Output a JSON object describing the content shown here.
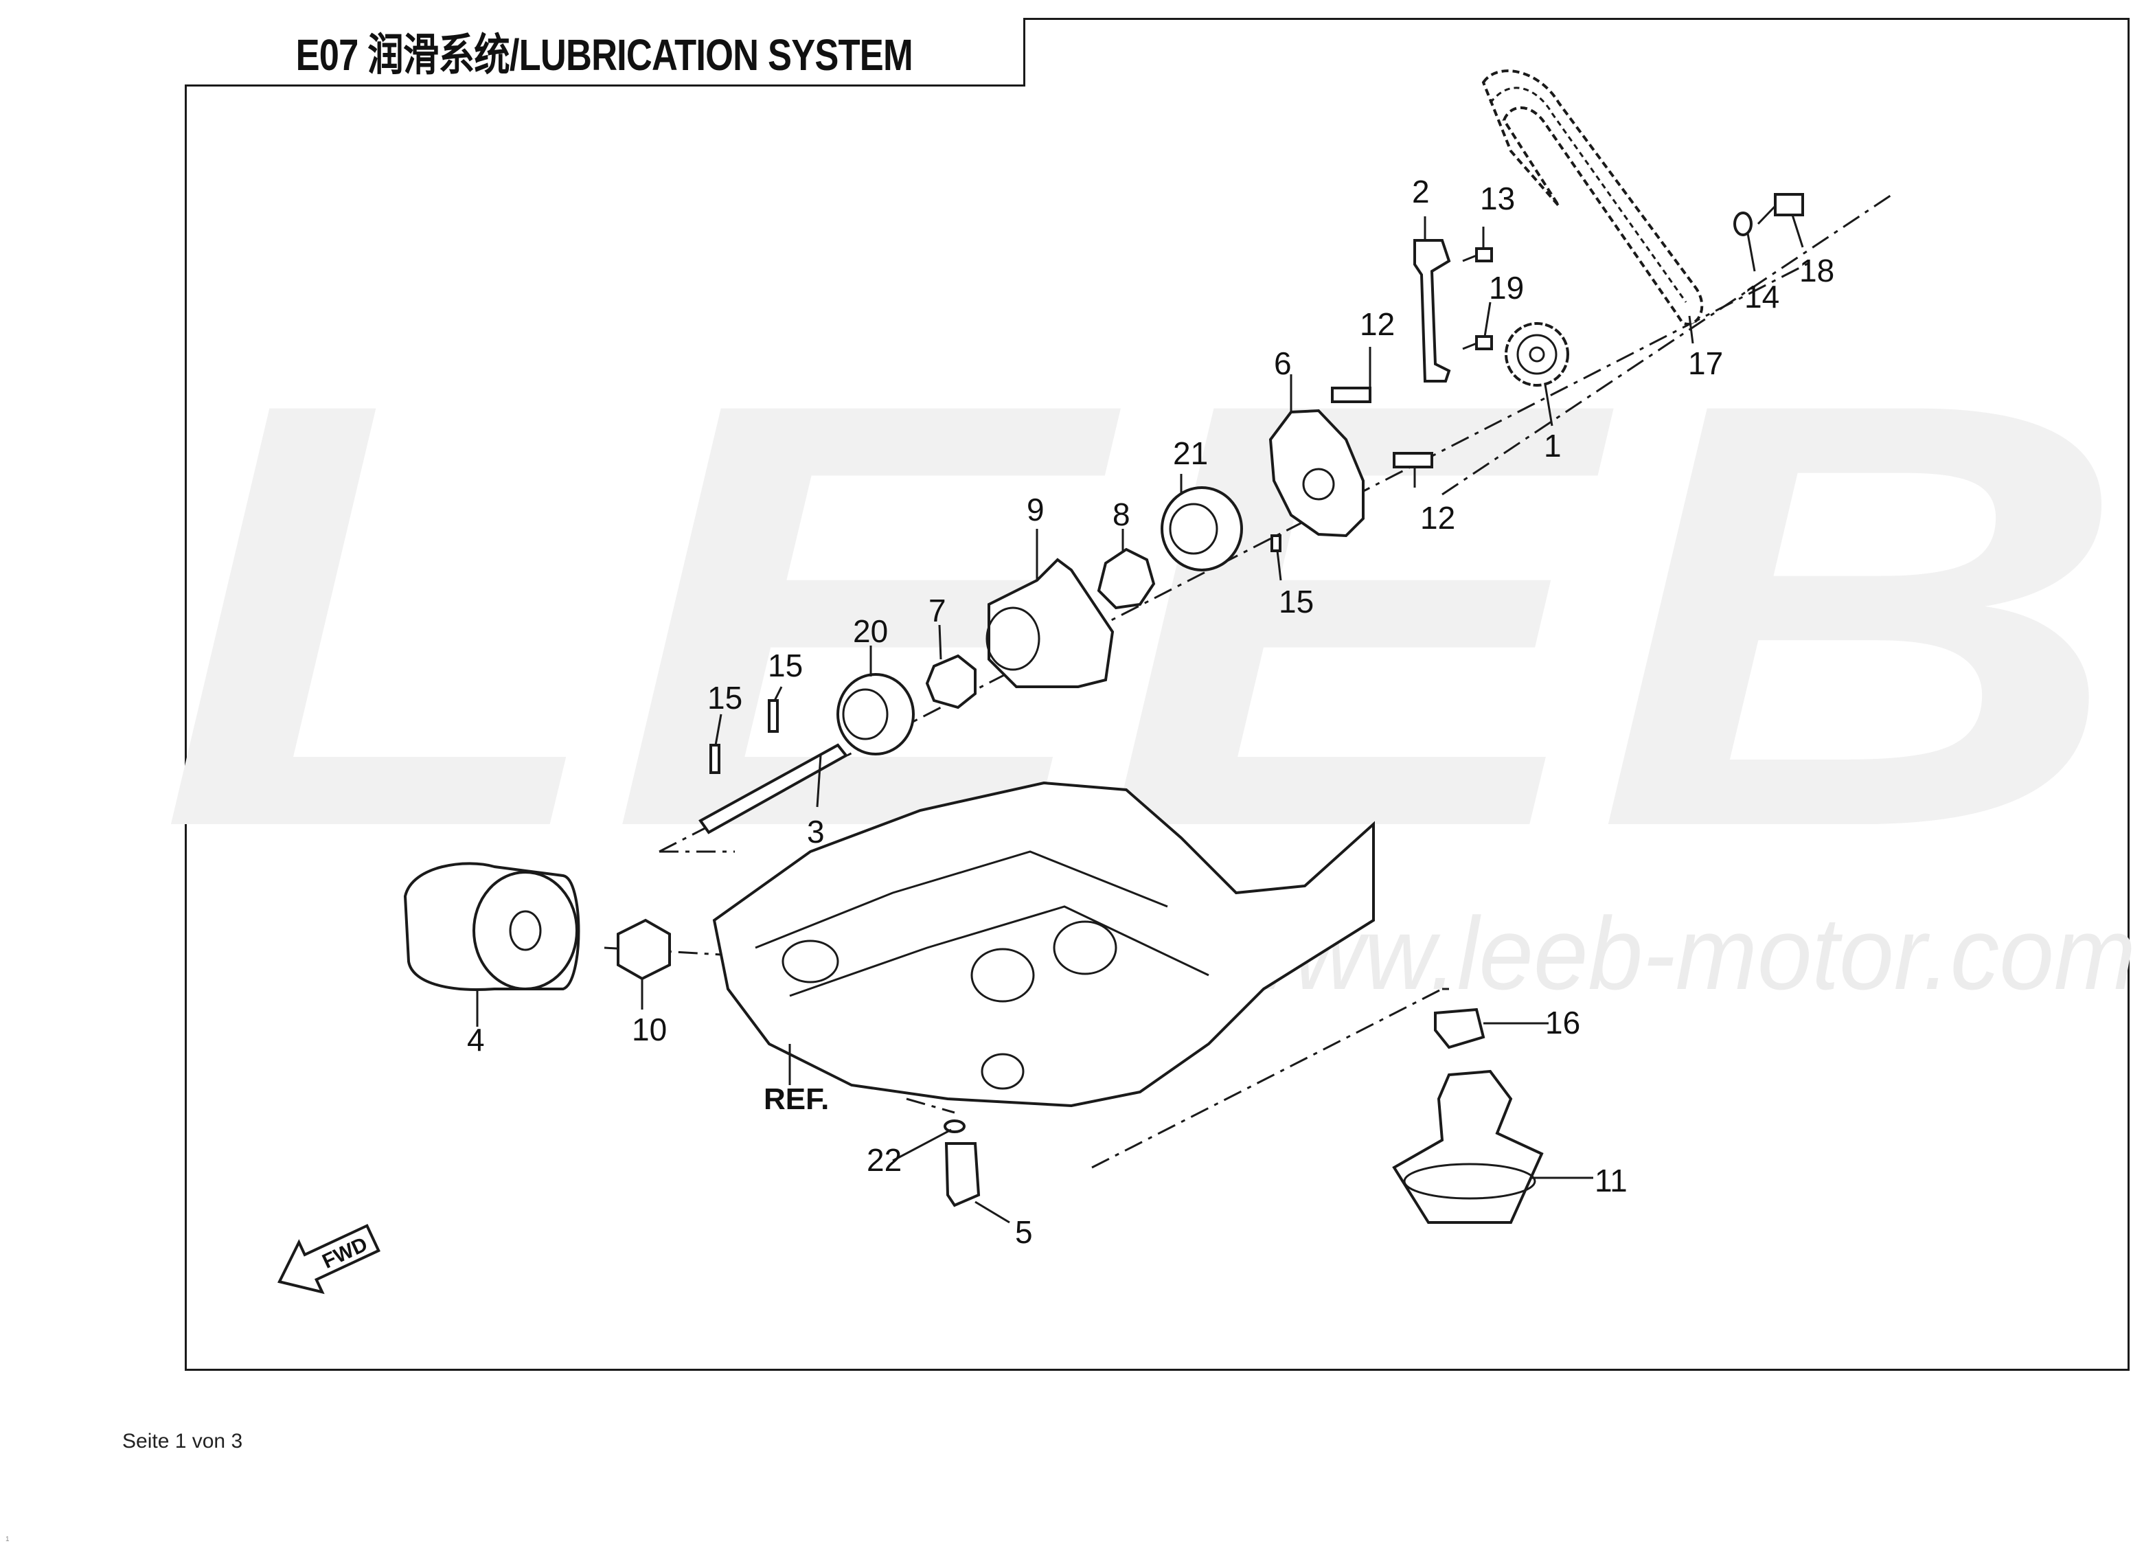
{
  "header": {
    "title": "E07 润滑系统/LUBRICATION SYSTEM"
  },
  "watermark": {
    "brand": "LEEB",
    "url": "www.leeb-motor.com"
  },
  "diagram": {
    "ref_label": "REF.",
    "fwd_label": "FWD",
    "callouts": {
      "p1": "1",
      "p2": "2",
      "p3": "3",
      "p4": "4",
      "p5": "5",
      "p6": "6",
      "p7": "7",
      "p8": "8",
      "p9": "9",
      "p10": "10",
      "p11": "11",
      "p12a": "12",
      "p12b": "12",
      "p13": "13",
      "p14": "14",
      "p15a": "15",
      "p15b": "15",
      "p15c": "15",
      "p16": "16",
      "p17": "17",
      "p18": "18",
      "p19": "19",
      "p20": "20",
      "p21": "21",
      "p22": "22"
    }
  },
  "footer": {
    "page": "Seite 1 von 3",
    "corner": "1"
  },
  "colors": {
    "line": "#1a1a1a",
    "watermark": "#f1f1f1",
    "background": "#ffffff"
  }
}
